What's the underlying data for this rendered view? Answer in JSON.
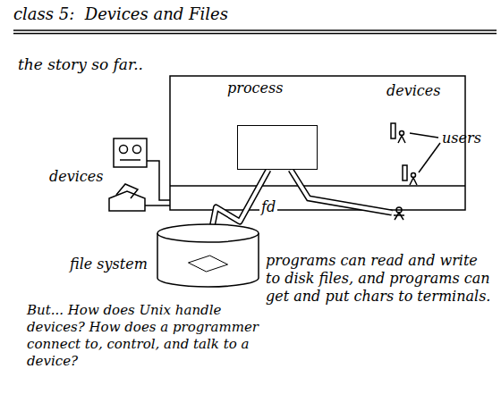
{
  "diagram": {
    "title": "class 5:  Devices and Files",
    "nodes": [
      {
        "text": [
          "process"
        ]
      },
      {
        "text": [
          "file system"
        ]
      }
    ],
    "edges": [
      {
        "from": 0,
        "to": 1,
        "label": "fd",
        "arrow": "none"
      }
    ],
    "labels": [
      "the story so far..",
      "devices",
      "users",
      "devices",
      "programs can read and write to disk files, and programs can get and put chars to terminals.",
      "But... How does Unix handle devices? How does a programmer connect to, control, and talk to a device?"
    ]
  }
}
